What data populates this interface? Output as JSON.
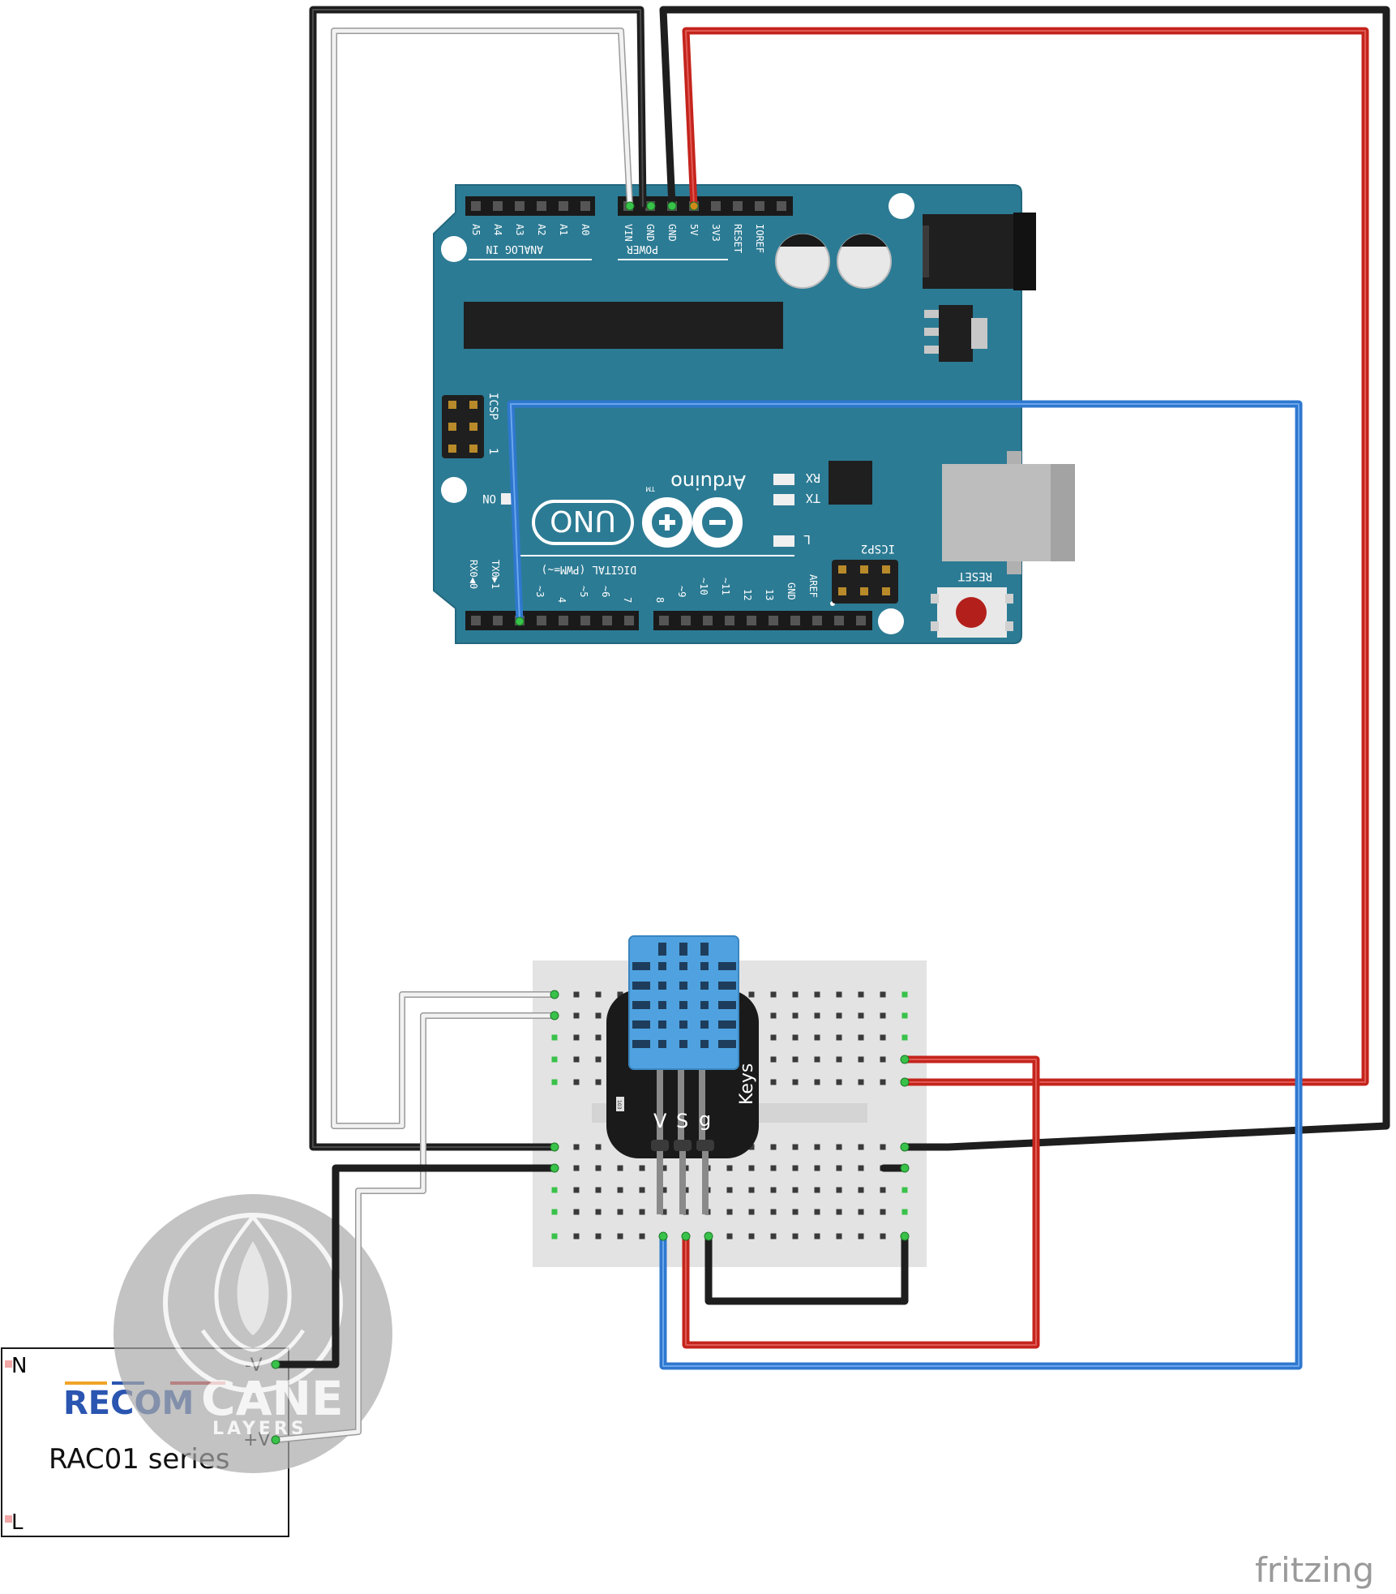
{
  "arduino": {
    "analog_header": "ANALOG IN",
    "power_header": "POWER",
    "analog_pins": [
      "A5",
      "A4",
      "A3",
      "A2",
      "A1",
      "A0"
    ],
    "power_pins": [
      "VIN",
      "GND",
      "GND",
      "5V",
      "3V3",
      "RESET",
      "IOREF"
    ],
    "icsp": "ICSP",
    "icsp_pin1": "1",
    "on": "ON",
    "brand": "Arduino",
    "tm": "TM",
    "model": "UNO",
    "rx": "RX",
    "tx": "TX",
    "l": "L",
    "digital_header": "DIGITAL (PWM=~)",
    "rx0": "RX0◀0",
    "tx0": "TX0▶1",
    "low_pins": [
      "~3",
      "4",
      "~5",
      "~6",
      "7"
    ],
    "high_pins": [
      "8",
      "~9",
      "~10",
      "~11",
      "12",
      "13",
      "GND",
      "AREF"
    ],
    "icsp2": "ICSP2",
    "reset": "RESET"
  },
  "sensor": {
    "label": "Keys",
    "pins": [
      "V",
      "S",
      "g"
    ],
    "resistor": "103"
  },
  "psu": {
    "n": "N",
    "l": "L",
    "vminus": "-V",
    "vplus": "+V",
    "brand": "RECOM",
    "series": "RAC01 series"
  },
  "watermark": {
    "word1": "CANE",
    "word2": "LAYERS"
  },
  "footer": "fritzing",
  "colors": {
    "board": "#2c7b94",
    "wire_black": "#1e1e1e",
    "wire_red": "#c4241c",
    "wire_blue": "#2f78cf",
    "wire_white": "#e6e6e6",
    "breadboard": "#e3e3e3",
    "sensor_blue": "#4fa2df"
  }
}
